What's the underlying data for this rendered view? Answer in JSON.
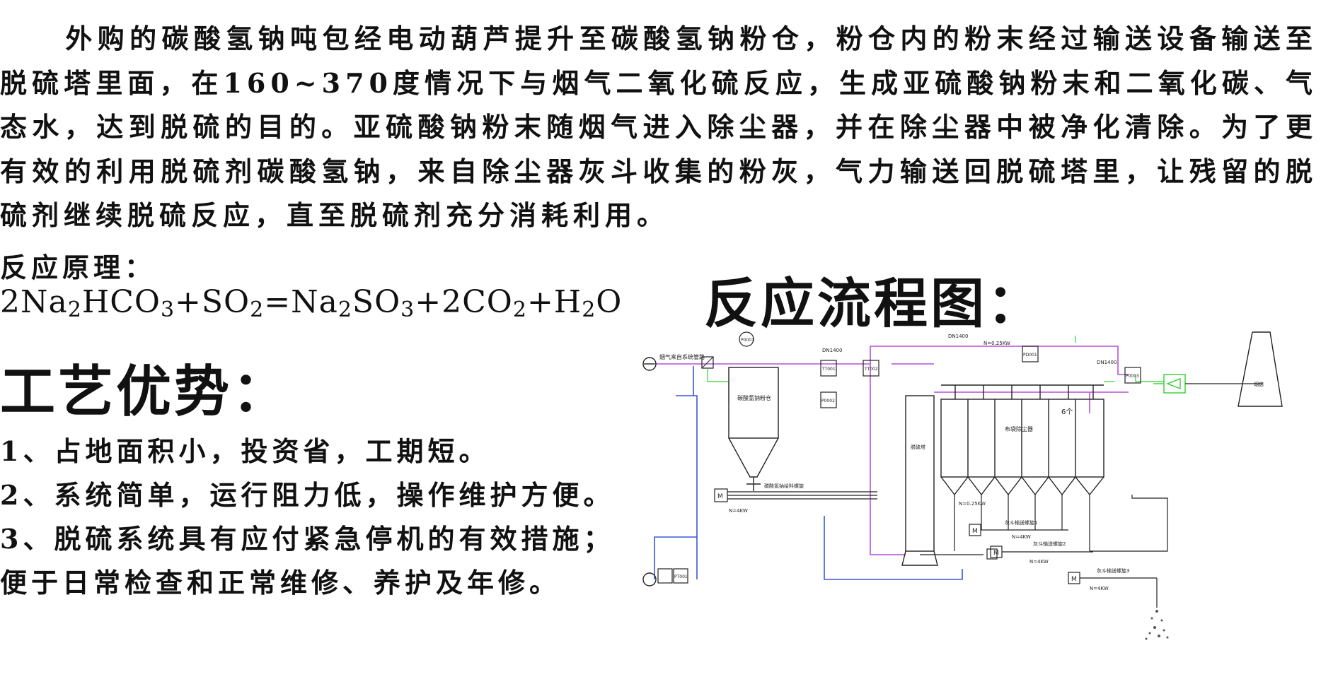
{
  "intro_lines": [
    "外购的碳酸氢钠吨包经电动葫芦提升至碳酸氢钠粉仓，粉仓内的粉末经过输送设备",
    "输送至脱硫塔里面，在160~370度情况下与烟气二氧化硫反应，生成亚硫酸钠粉末和二",
    "氧化碳、气态水，达到脱硫的目的。亚硫酸钠粉末随烟气进入除尘器，并在除尘器中被",
    "净化清除。为了更有效的利用脱硫剂碳酸氢钠，来自除尘器灰斗收集的粉灰，气力输送",
    "回脱硫塔里，让残留的脱硫剂继续脱硫反应，直至脱硫剂充分消耗利用。"
  ],
  "principle_label": "反应原理：",
  "formula": {
    "p1": "2Na",
    "s1": "2",
    "p2": "HCO",
    "s2": "3",
    "p3": "+SO",
    "s3": "2",
    "p4": "=Na",
    "s4": "2",
    "p5": "SO",
    "s5": "3",
    "p6": "+2CO",
    "s6": "2",
    "p7": "+H",
    "s7": "2",
    "p8": "O"
  },
  "advantages_title": "工艺优势：",
  "advantages": [
    "1、占地面积小，投资省，工期短。",
    "2、系统简单，运行阻力低，操作维护方便。",
    "3、脱硫系统具有应付紧急停机的有效措施；",
    "便于日常检查和正常维修、养护及年修。"
  ],
  "flow_title": "反应流程图：",
  "diagram": {
    "colors": {
      "flue": "#b84fd8",
      "air": "#3a57d8",
      "line": "#222222",
      "green": "#2fd12f"
    },
    "labels": {
      "dn1400_a": "DN1400",
      "dn1400_b": "DN1400",
      "dn1400_c": "DN1400",
      "p_fan": "N=0.25KW",
      "p_screw": "N=0.25KW",
      "m_label": "M",
      "n4kw": "N=4KW",
      "pt_a": "P0001",
      "pt_b": "TT001",
      "pt_c": "TT002",
      "pt_d": "PD001",
      "pt_e": "P0002",
      "pt_f": "P0003",
      "pt_g": "PT001",
      "stack": "烟囱",
      "silo": "碳酸氢钠粉仓",
      "tower": "脱硫塔",
      "filter": "布袋除尘器",
      "filter_count": "6个",
      "inlet": "烟气来自系统管路",
      "screw1": "碳酸氢钠给料螺旋",
      "screw2": "灰斗输送螺旋1",
      "screw3": "灰斗输送螺旋2",
      "screw4": "灰斗输送螺旋3"
    }
  }
}
